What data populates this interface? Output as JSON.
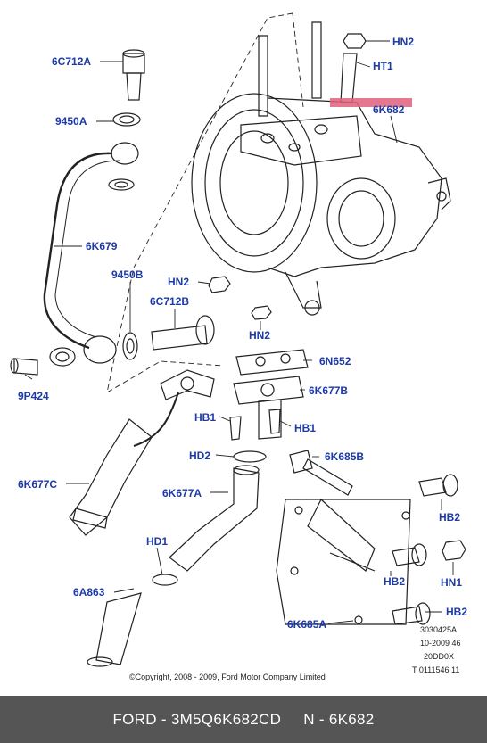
{
  "labels": {
    "hn2_top": "HN2",
    "ht1": "HT1",
    "p6k682": "6K682",
    "p6c712a": "6C712A",
    "p9450a": "9450A",
    "p6k679": "6K679",
    "p9450b": "9450B",
    "hn2_mid": "HN2",
    "p6c712b": "6C712B",
    "hn2_low": "HN2",
    "p6n652": "6N652",
    "p6k677b": "6K677B",
    "p9p424": "9P424",
    "hb1_left": "HB1",
    "hb1_right": "HB1",
    "hd2": "HD2",
    "p6k685b": "6K685B",
    "p6k677c": "6K677C",
    "p6k677a": "6K677A",
    "hb2_top": "HB2",
    "hd1": "HD1",
    "hb2_mid": "HB2",
    "hn1": "HN1",
    "p6a863": "6A863",
    "p6k685a": "6K685A",
    "hb2_low": "HB2"
  },
  "ref_codes": [
    "3030425A",
    "10-2009 46",
    "20DD0X",
    "T 0111546 11"
  ],
  "copyright": "©Copyright, 2008 - 2009, Ford Motor Company Limited",
  "footer": {
    "brand_part": "FORD - 3M5Q6K682CD",
    "catalog_ref": "N - 6K682"
  },
  "colors": {
    "label": "#1d3aa8",
    "highlight": "#e0607a",
    "footer_bg": "#555555"
  }
}
